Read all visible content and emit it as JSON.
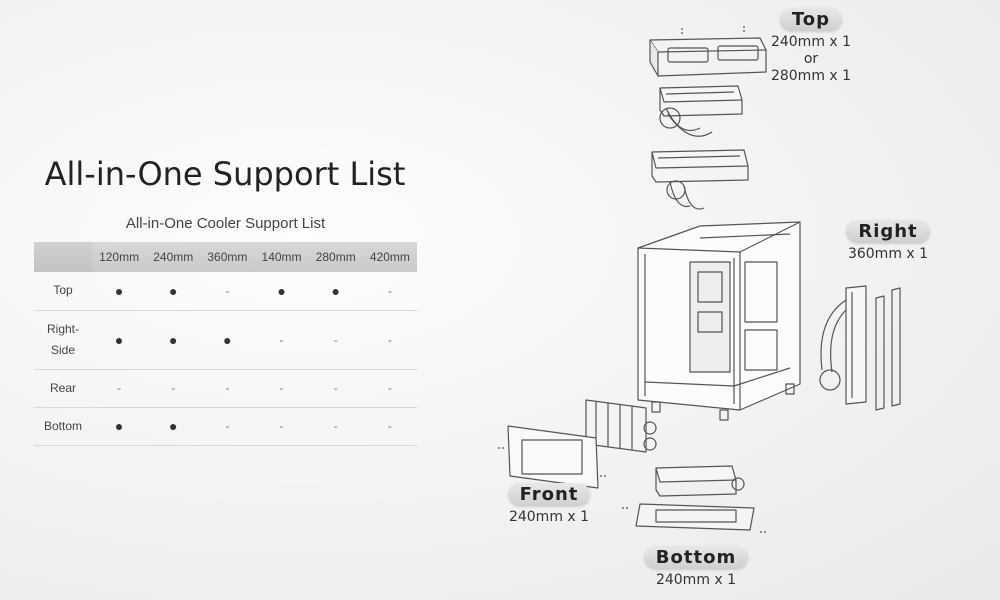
{
  "title": "All-in-One Support List",
  "table": {
    "caption": "All-in-One Cooler Support List",
    "columns": [
      "120mm",
      "240mm",
      "360mm",
      "140mm",
      "280mm",
      "420mm"
    ],
    "rows": [
      {
        "label": "Top",
        "cells": [
          "●",
          "●",
          "-",
          "●",
          "●",
          "-"
        ]
      },
      {
        "label_line1": "Right-",
        "label_line2": "Side",
        "cells": [
          "●",
          "●",
          "●",
          "-",
          "-",
          "-"
        ]
      },
      {
        "label": "Rear",
        "cells": [
          "-",
          "-",
          "-",
          "-",
          "-",
          "-"
        ]
      },
      {
        "label": "Bottom",
        "cells": [
          "●",
          "●",
          "-",
          "-",
          "-",
          "-"
        ]
      }
    ]
  },
  "locations": {
    "top": {
      "name": "Top",
      "line1": "240mm x 1",
      "line2": "or",
      "line3": "280mm x 1"
    },
    "right": {
      "name": "Right",
      "line1": "360mm x 1"
    },
    "front": {
      "name": "Front",
      "line1": "240mm x 1"
    },
    "bottom": {
      "name": "Bottom",
      "line1": "240mm x 1"
    }
  }
}
